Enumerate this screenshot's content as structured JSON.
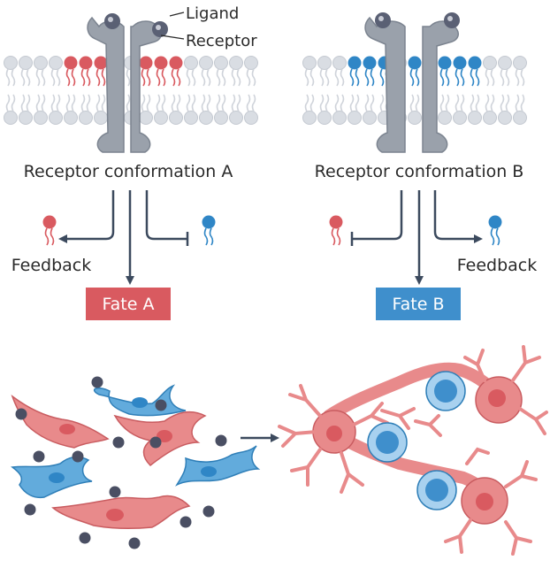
{
  "labels": {
    "ligand": "Ligand",
    "receptor": "Receptor",
    "conformation_a": "Receptor conformation A",
    "conformation_b": "Receptor conformation B",
    "feedback_left": "Feedback",
    "feedback_right": "Feedback",
    "fate_a": "Fate A",
    "fate_b": "Fate B"
  },
  "colors": {
    "red_lipid": "#d95a60",
    "blue_lipid": "#2f86c6",
    "grey_lipid": "#d9dde3",
    "receptor": "#9aa1ab",
    "fate_a_box": "#d95a60",
    "fate_b_box": "#3f8fcc",
    "cell_red": "#e88a8b",
    "cell_blue": "#62abdc",
    "dot": "#4a4f63"
  },
  "icons": {
    "arrow": "arrow-right-icon",
    "inhibit": "inhibition-bar-icon"
  }
}
